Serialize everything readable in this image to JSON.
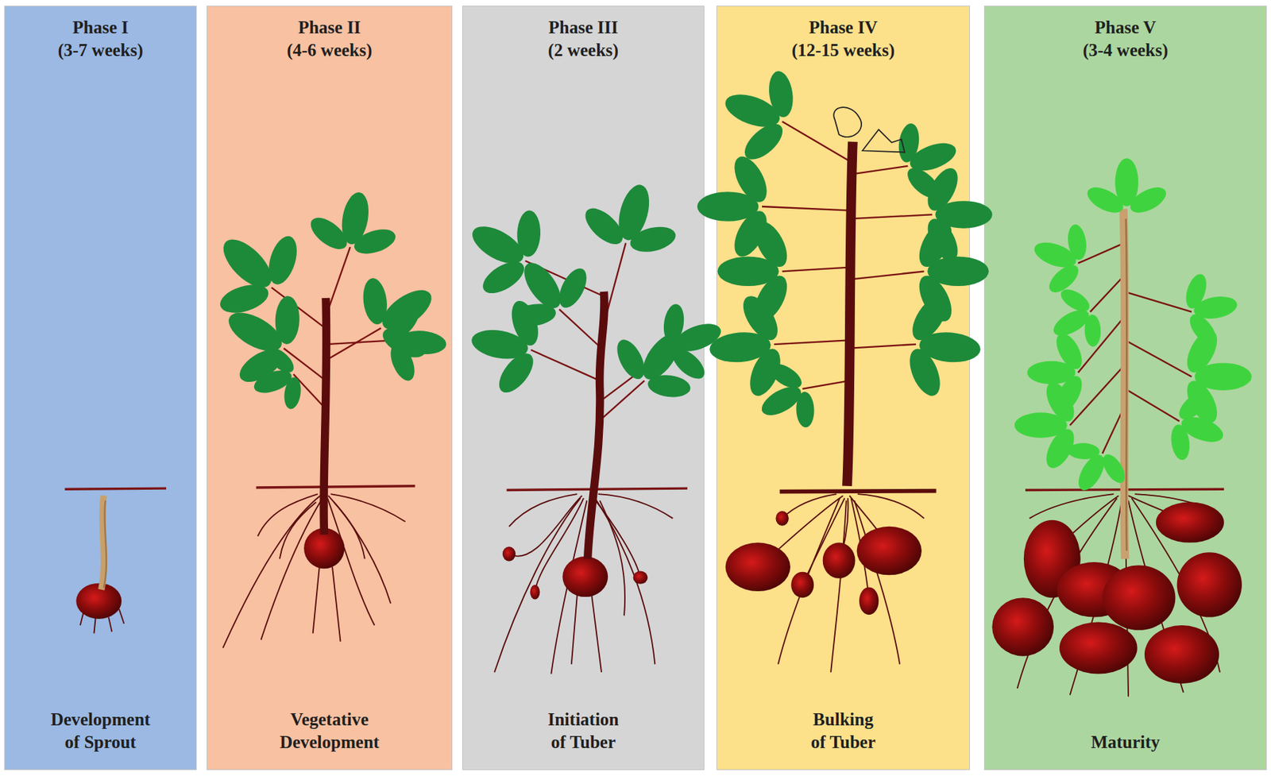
{
  "diagram": {
    "nodes": [
      {
        "text": [
          "Phase I",
          "(3-7 weeks)",
          "Development of Sprout"
        ]
      },
      {
        "text": [
          "Phase II",
          "(4-6 weeks)",
          "Vegetative Development"
        ]
      },
      {
        "text": [
          "Phase III",
          "(2 weeks)",
          "Initiation of Tuber"
        ]
      },
      {
        "text": [
          "Phase IV",
          "(12-15 weeks)",
          "Bulking of Tuber"
        ]
      },
      {
        "text": [
          "Phase V",
          "(3-4 weeks)",
          "Maturity"
        ]
      }
    ]
  }
}
